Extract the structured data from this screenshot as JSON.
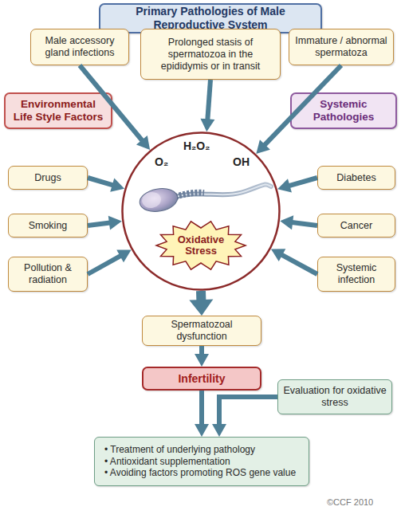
{
  "diagram": {
    "nodes": [
      {
        "text": [
          "Primary Pathologies of Male Reproductive System"
        ]
      },
      {
        "text": [
          "Male accessory gland infections"
        ]
      },
      {
        "text": [
          "Prolonged stasis of spermatozoa in the epididymis or in transit"
        ]
      },
      {
        "text": [
          "Immature / abnormal spermatoza"
        ]
      },
      {
        "text": [
          "Environmental Life Style Factors"
        ]
      },
      {
        "text": [
          "Systemic Pathologies"
        ]
      },
      {
        "text": [
          "Drugs"
        ]
      },
      {
        "text": [
          "O₂",
          "H₂O₂",
          "OH"
        ]
      },
      {
        "text": [
          "Oxidative Stress"
        ],
        "in": 7
      },
      {
        "text": [
          "Diabetes"
        ]
      },
      {
        "text": [
          "Smoking"
        ]
      },
      {
        "text": [
          "Cancer"
        ]
      },
      {
        "text": [
          "Pollution & radiation"
        ]
      },
      {
        "text": [
          "Systemic infection"
        ]
      },
      {
        "text": [
          "Spermatozoal dysfunction"
        ]
      },
      {
        "text": [
          "Infertility"
        ]
      },
      {
        "text": [
          "Evaluation for oxidative stress"
        ]
      },
      {
        "text": [
          "• Treatment of underlying pathology",
          "• Antioxidant supplementation",
          "• Avoiding factors promoting ROS gene value"
        ]
      }
    ],
    "edges": [
      {
        "from": 1,
        "to": 7,
        "arrow": "to"
      },
      {
        "from": 2,
        "to": 7,
        "arrow": "to"
      },
      {
        "from": 3,
        "to": 7,
        "arrow": "to"
      },
      {
        "from": 6,
        "to": 7,
        "arrow": "to"
      },
      {
        "from": 10,
        "to": 7,
        "arrow": "to"
      },
      {
        "from": 12,
        "to": 7,
        "arrow": "to"
      },
      {
        "from": 9,
        "to": 7,
        "arrow": "to"
      },
      {
        "from": 11,
        "to": 7,
        "arrow": "to"
      },
      {
        "from": 13,
        "to": 7,
        "arrow": "to"
      },
      {
        "from": 7,
        "to": 14,
        "arrow": "to"
      },
      {
        "from": 14,
        "to": 15,
        "arrow": "to"
      },
      {
        "from": 15,
        "to": 17,
        "arrow": "to"
      },
      {
        "from": 16,
        "to": 17,
        "arrow": "to"
      }
    ],
    "labels": [
      "©CCF 2010"
    ]
  }
}
